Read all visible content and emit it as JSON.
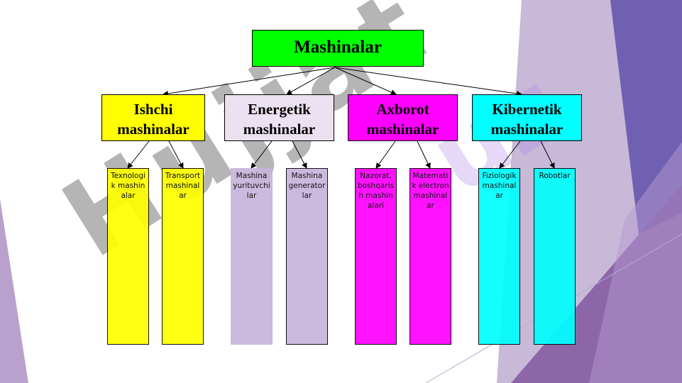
{
  "root": {
    "label": "Mashinalar",
    "color": "#00ff00"
  },
  "categories": [
    {
      "label": "Ishchi mashinalar",
      "color": "#ffff00",
      "children": [
        "Texnologik mashinalar",
        "Transport mashinalar"
      ]
    },
    {
      "label": "Energetik mashinalar",
      "color": "#ebe1f0",
      "leaf_color": "#c8b4dc",
      "children": [
        "Mashina yurituvchilar",
        "Mashina generatorlar"
      ]
    },
    {
      "label": "Axborot mashinalar",
      "color": "#ff00ff",
      "children": [
        "Nazorat, boshqarish mashinalari",
        "Matematik electron mashinalar"
      ]
    },
    {
      "label": "Kibernetik mashinalar",
      "color": "#00ffff",
      "children": [
        "Fiziologik mashinalar",
        "Robotlar"
      ]
    }
  ],
  "watermark": "Hujjat"
}
